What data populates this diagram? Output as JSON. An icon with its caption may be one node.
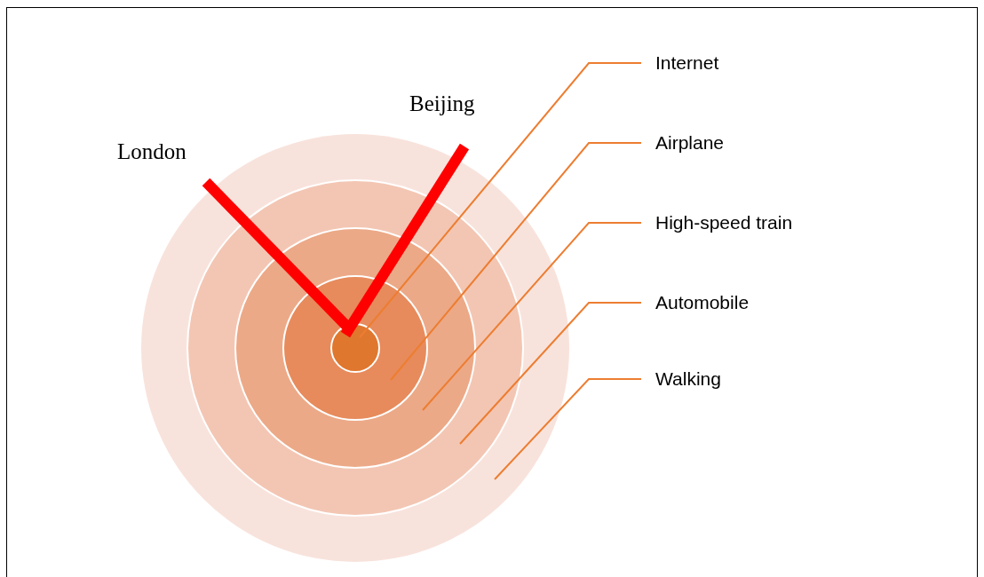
{
  "diagram": {
    "nodes": [
      {
        "text": [
          "Internet"
        ]
      },
      {
        "text": [
          "Airplane"
        ]
      },
      {
        "text": [
          "High-speed train"
        ]
      },
      {
        "text": [
          "Automobile"
        ]
      },
      {
        "text": [
          "Walking"
        ]
      },
      {
        "text": [],
        "shape": "circle",
        "in": 6
      },
      {
        "text": [],
        "shape": "circle",
        "in": 7
      },
      {
        "text": [],
        "shape": "circle",
        "in": 8
      },
      {
        "text": [],
        "shape": "circle",
        "in": 9
      },
      {
        "text": [],
        "shape": "circle"
      }
    ],
    "edges": [
      {
        "from": 0,
        "to": 5,
        "arrow": "none"
      },
      {
        "from": 1,
        "to": 6,
        "arrow": "none"
      },
      {
        "from": 2,
        "to": 7,
        "arrow": "none"
      },
      {
        "from": 3,
        "to": 8,
        "arrow": "none"
      },
      {
        "from": 4,
        "to": 9,
        "arrow": "none"
      }
    ],
    "labels": [
      "Beijing",
      "London"
    ]
  }
}
